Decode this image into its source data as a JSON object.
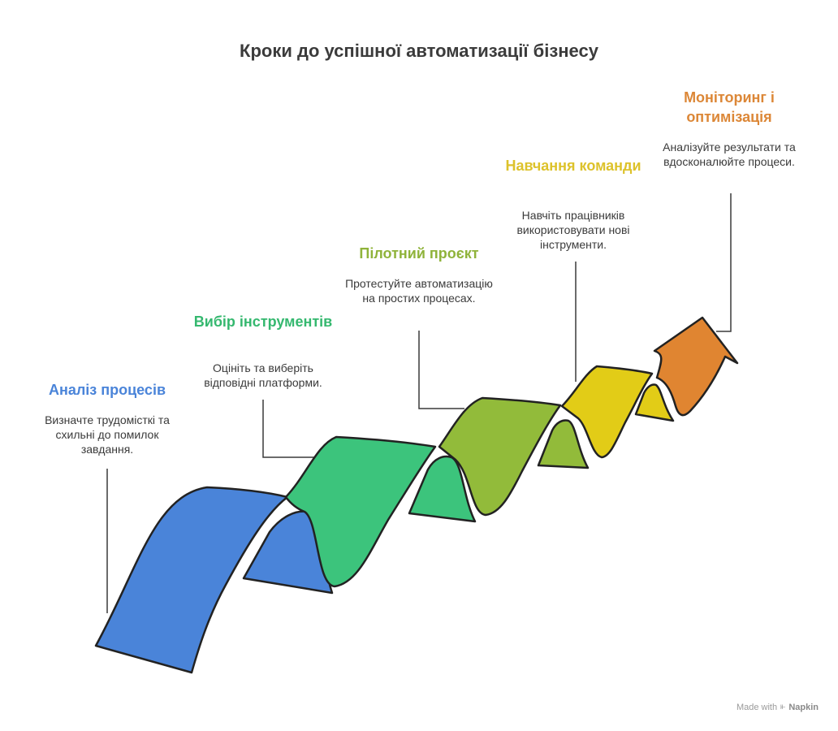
{
  "title": "Кроки до успішної автоматизації бізнесу",
  "steps": [
    {
      "title": "Аналіз процесів",
      "description": "Визначте трудомісткі та схильні до помилок завдання.",
      "color": "#4a84d9"
    },
    {
      "title": "Вибір інструментів",
      "description": "Оцініть та виберіть відповідні платформи.",
      "color": "#3cc47c"
    },
    {
      "title": "Пілотний проєкт",
      "description": "Протестуйте автоматизацію на простих процесах.",
      "color": "#92bb3a"
    },
    {
      "title": "Навчання команди",
      "description": "Навчіть працівників використовувати нові інструменти.",
      "color": "#e2cc17"
    },
    {
      "title": "Моніторинг і оптимізація",
      "description": "Аналізуйте результати та вдосконалюйте процеси.",
      "color": "#e08531"
    }
  ],
  "footer": {
    "made_with": "Made with",
    "brand": "Napkin",
    "brand_icon": "napkin-logo-icon"
  }
}
